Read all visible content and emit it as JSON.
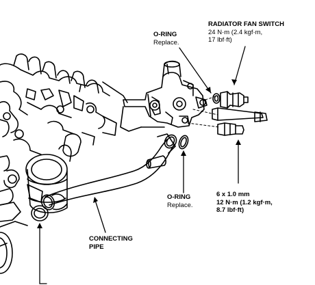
{
  "labels": {
    "fan_switch": {
      "title": "RADIATOR FAN SWITCH",
      "line1": "24 N·m (2.4 kgf·m,",
      "line2": "17 lbf·ft)"
    },
    "oring_top": {
      "title": "O-RING",
      "line1": "Replace."
    },
    "oring_mid": {
      "title": "O-RING",
      "line1": "Replace."
    },
    "bolt": {
      "title": "6 x 1.0 mm",
      "line1": "12 N·m (1.2 kgf·m,",
      "line2": "8.7 lbf·ft)"
    },
    "pipe": {
      "title": "CONNECTING",
      "line1": "PIPE"
    }
  }
}
